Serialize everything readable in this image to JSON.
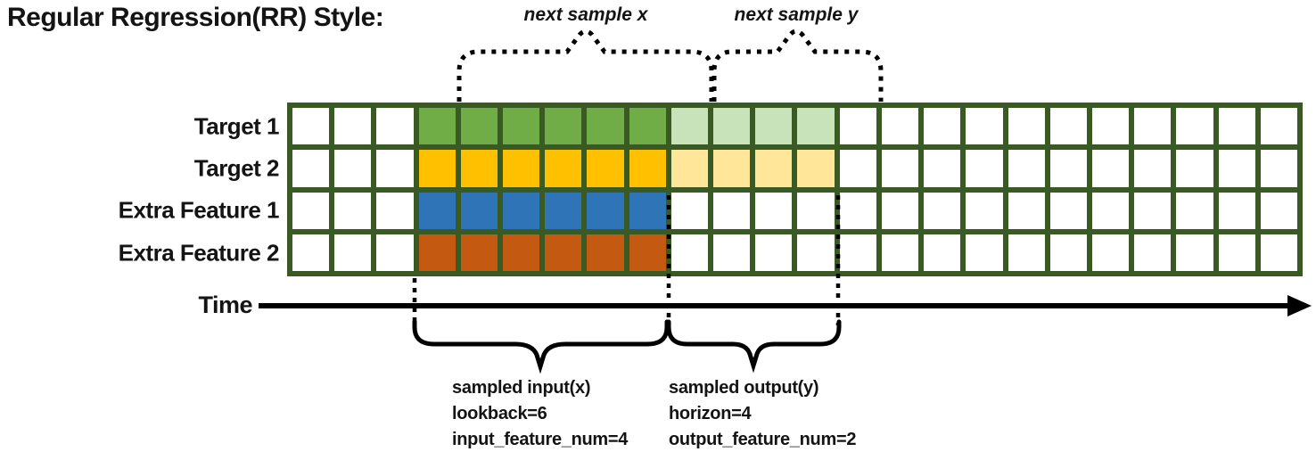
{
  "title": "Regular Regression(RR) Style:",
  "annotations": {
    "next_sample_x": "next sample x",
    "next_sample_y": "next sample y",
    "time_label": "Time"
  },
  "captions": {
    "input": [
      "sampled input(x)",
      "lookback=6",
      "input_feature_num=4"
    ],
    "output": [
      "sampled output(y)",
      "horizon=4",
      "output_feature_num=2"
    ]
  },
  "grid": {
    "columns": 24,
    "input_start": 3,
    "lookback": 6,
    "horizon": 4,
    "border_color": "#3A5A23",
    "empty_color": "#FFFFFF",
    "rows": [
      {
        "label": "Target 1",
        "input_color": "#70AD47",
        "output_color": "#C8E2BA"
      },
      {
        "label": "Target 2",
        "input_color": "#FFC000",
        "output_color": "#FFE699"
      },
      {
        "label": "Extra Feature 1",
        "input_color": "#2E74B6",
        "output_color": null
      },
      {
        "label": "Extra Feature 2",
        "input_color": "#C45A11",
        "output_color": null
      }
    ]
  }
}
